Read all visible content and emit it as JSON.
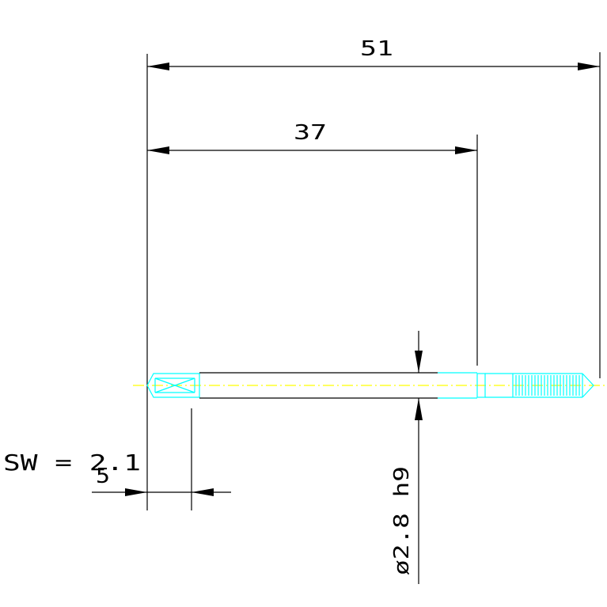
{
  "drawing": {
    "dimensions": {
      "overall_length": "51",
      "shank_length": "37",
      "square_length": "5",
      "diameter": "ø2.8 h9"
    },
    "wrench_size": "SW = 2.1"
  },
  "colors": {
    "dimension_lines": "#000000",
    "part_outline": "#00ffff",
    "centerline": "#ffff00",
    "background": "#ffffff"
  }
}
